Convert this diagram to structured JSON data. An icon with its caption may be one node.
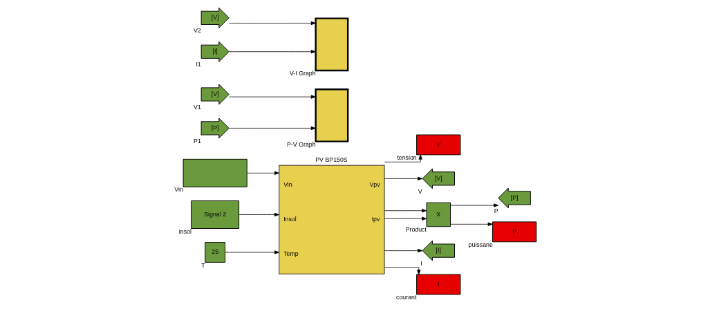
{
  "diagram": {
    "nodes": [
      {
        "text": [],
        "shape": "box",
        "beside": [
          "Vin"
        ]
      },
      {
        "text": [
          "Signal 2"
        ],
        "beside": [
          "insol"
        ]
      },
      {
        "text": [
          "25"
        ],
        "beside": [
          "T"
        ]
      },
      {
        "text": [
          "PV BP150S",
          "Vin",
          "Insol",
          "Temp",
          "Vpv",
          "Ipv"
        ]
      },
      {
        "text": [
          "V"
        ],
        "beside": [
          "tension"
        ]
      },
      {
        "text": [
          "[V]"
        ],
        "beside": [
          "V"
        ]
      },
      {
        "text": [
          "X"
        ],
        "beside": [
          "Product"
        ]
      },
      {
        "text": [
          "[P]"
        ],
        "beside": [
          "P"
        ]
      },
      {
        "text": [
          "P"
        ],
        "beside": [
          "puissane"
        ]
      },
      {
        "text": [
          "[I]"
        ],
        "beside": [
          "I"
        ]
      },
      {
        "text": [
          "I"
        ],
        "beside": [
          "courant"
        ]
      },
      {
        "text": [
          "[V]"
        ],
        "beside": [
          "V1"
        ]
      },
      {
        "text": [
          "[P]"
        ],
        "beside": [
          "P1"
        ]
      },
      {
        "text": [],
        "shape": "box",
        "beside": [
          "P-V Graph"
        ]
      },
      {
        "text": [
          "[V]"
        ],
        "beside": [
          "V2"
        ]
      },
      {
        "text": [
          "[I]"
        ],
        "beside": [
          "I1"
        ]
      },
      {
        "text": [],
        "shape": "box",
        "beside": [
          "V-I Graph"
        ]
      }
    ],
    "edges": [
      {
        "from": 0,
        "to": 3,
        "arrow": "to"
      },
      {
        "from": 1,
        "to": 3,
        "arrow": "to"
      },
      {
        "from": 2,
        "to": 3,
        "arrow": "to"
      },
      {
        "from": 3,
        "to": 4,
        "arrow": "to"
      },
      {
        "from": 3,
        "to": 5,
        "arrow": "to"
      },
      {
        "from": 3,
        "to": 6,
        "arrow": "to"
      },
      {
        "from": 3,
        "to": 6,
        "arrow": "to"
      },
      {
        "from": 3,
        "to": 9,
        "arrow": "to"
      },
      {
        "from": 3,
        "to": 10,
        "arrow": "to"
      },
      {
        "from": 6,
        "to": 7,
        "arrow": "to"
      },
      {
        "from": 6,
        "to": 8,
        "arrow": "to"
      },
      {
        "from": 11,
        "to": 13,
        "arrow": "to"
      },
      {
        "from": 12,
        "to": 13,
        "arrow": "to"
      },
      {
        "from": 14,
        "to": 16,
        "arrow": "to"
      },
      {
        "from": 15,
        "to": 16,
        "arrow": "to"
      }
    ]
  }
}
